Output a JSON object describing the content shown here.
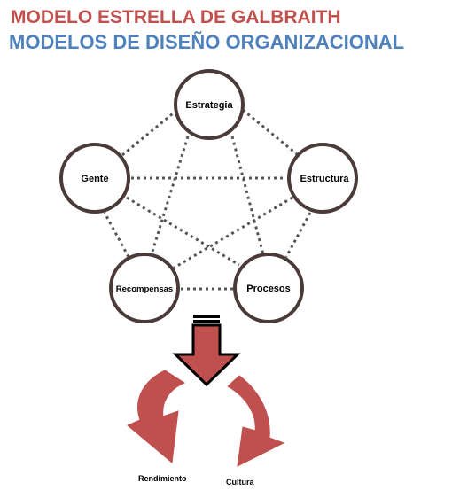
{
  "titles": {
    "line1": "MODELO ESTRELLA DE GALBRAITH",
    "line2": "MODELOS DE DISEÑO ORGANIZACIONAL"
  },
  "nodes": {
    "estrategia": "Estrategia",
    "gente": "Gente",
    "estructura": "Estructura",
    "recompensas": "Recompensas",
    "procesos": "Procesos"
  },
  "outcomes": {
    "rendimiento": "Rendimiento",
    "cultura": "Cultura"
  },
  "colors": {
    "title1": "#c0504d",
    "title2": "#4f81bd",
    "node_border": "#4a3a3a",
    "connector": "#555555",
    "arrow_fill": "#c0504d"
  }
}
